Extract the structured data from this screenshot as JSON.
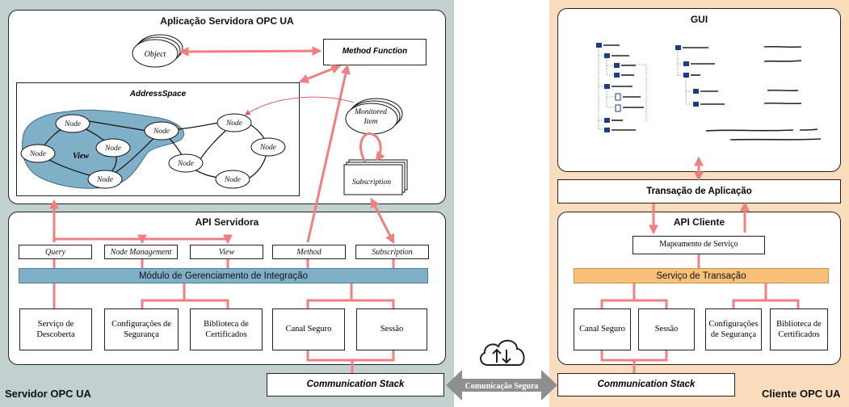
{
  "server": {
    "label": "Servidor OPC UA",
    "app_title": "Aplicação Servidora OPC UA",
    "object_label": "Object",
    "method_function": "Method Function",
    "address_space": "AddressSpace",
    "view_label": "View",
    "node_label": "Node",
    "monitored_item": [
      "Monitored",
      "Item"
    ],
    "subscription_label": "Subscription",
    "api_title": "API Servidora",
    "api_services": [
      "Query",
      "Node Management",
      "View",
      "Method",
      "Subscription"
    ],
    "integration_module": "Módulo de Gerenciamento de Integração",
    "bottom_boxes": [
      [
        "Serviço de",
        "Descoberta"
      ],
      [
        "Configurações de",
        "Segurança"
      ],
      [
        "Biblioteca de",
        "Certificados"
      ],
      [
        "Canal Seguro"
      ],
      [
        "Sessão"
      ]
    ],
    "comm_stack": "Communication Stack"
  },
  "channel": {
    "label": "Comunicação Segura"
  },
  "client": {
    "label": "Cliente OPC UA",
    "gui_title": "GUI",
    "app_transaction": "Transação de Aplicação",
    "api_title": "API Cliente",
    "service_mapping": "Mapeamento de Serviço",
    "transaction_service": "Serviço de Transação",
    "bottom_boxes": [
      [
        "Canal Seguro"
      ],
      [
        "Sessão"
      ],
      [
        "Configurações",
        "de Segurança"
      ],
      [
        "Biblioteca de",
        "Certificados"
      ]
    ],
    "comm_stack": "Communication Stack"
  },
  "colors": {
    "server_bg": "#c2d1d0",
    "client_bg": "#fbdcbd",
    "arrow": "#f08080",
    "view_fill": "#7fb0c8",
    "integration_bar": "#7fb0c8",
    "transaction_bar": "#f8c078",
    "gui_icon": "#1f3c8c"
  }
}
